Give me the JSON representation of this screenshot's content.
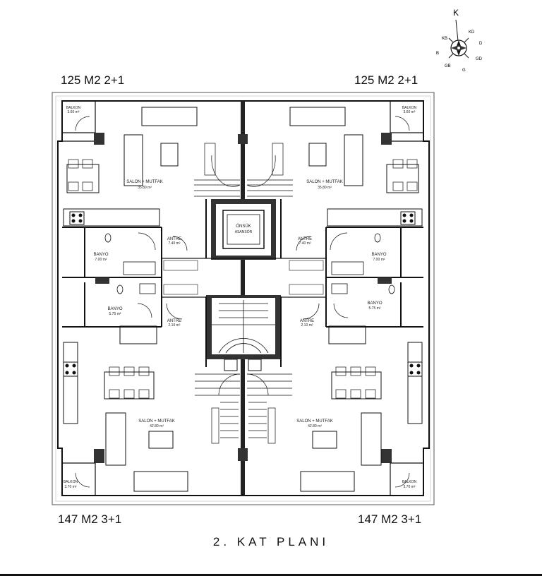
{
  "compass": {
    "north_label": "K",
    "directions": [
      "KB",
      "KD",
      "B",
      "D",
      "GB",
      "GD",
      "G"
    ]
  },
  "units": {
    "top_left": "125 M2 2+1",
    "top_right": "125 M2 2+1",
    "bottom_left": "147 M2 3+1",
    "bottom_right": "147 M2 3+1"
  },
  "plan_title": "2. KAT PLANI",
  "rooms": {
    "balkon_tl": "BALKON",
    "balkon_tl_area": "3.60 m²",
    "balkon_tr": "BALKON",
    "balkon_tr_area": "3.60 m²",
    "salon_tl": "SALON + MUTFAK",
    "salon_tl_area": "35.80 m²",
    "salon_tr": "SALON + MUTFAK",
    "salon_tr_area": "35.80 m²",
    "banyo_ml": "BANYO",
    "banyo_ml_area": "7.00 m²",
    "banyo_mr": "BANYO",
    "banyo_mr_area": "7.00 m²",
    "antre_tl": "ANTRE",
    "antre_tl_area": "7.40 m²",
    "antre_tr": "ANTRE",
    "antre_tr_area": "7.40 m²",
    "elevator": "ÖNSÜK",
    "elevator_sub": "ASANSÖR",
    "banyo_ll": "BANYO",
    "banyo_ll_area": "5.75 m²",
    "banyo_lr": "BANYO",
    "banyo_lr_area": "5.75 m²",
    "antre_bl": "ANTRE",
    "antre_bl_area": "2.10 m²",
    "antre_br": "ANTRE",
    "antre_br_area": "2.10 m²",
    "salon_bl": "SALON + MUTFAK",
    "salon_bl_area": "42.80 m²",
    "salon_br": "SALON + MUTFAK",
    "salon_br_area": "42.80 m²",
    "balkon_bl": "BALKON",
    "balkon_bl_area": "3.70 m²",
    "balkon_br": "BALKON",
    "balkon_br_area": "3.70 m²"
  }
}
